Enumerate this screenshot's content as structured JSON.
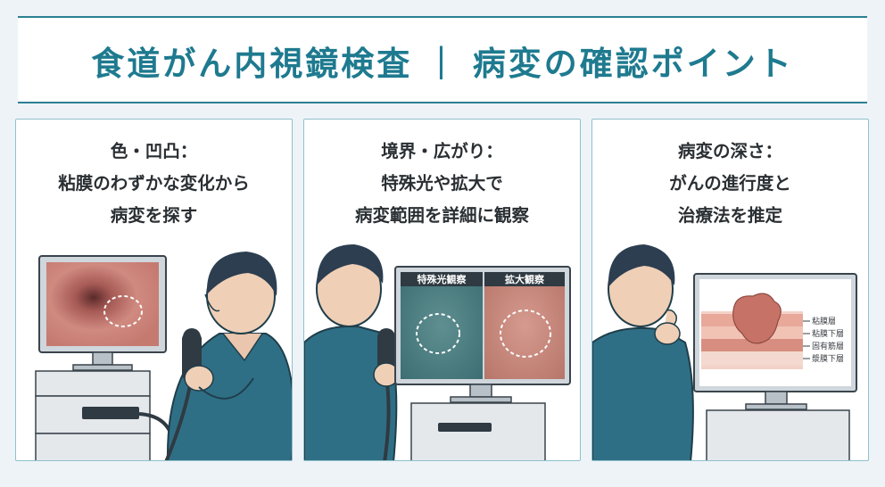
{
  "header": {
    "title_main": "食道がん内視鏡検査",
    "separator": "|",
    "title_sub": "病変の確認ポイント"
  },
  "panels": [
    {
      "lines": [
        "色・凹凸：",
        "粘膜のわずかな変化から",
        "病変を探す"
      ]
    },
    {
      "lines": [
        "境界・広がり：",
        "特殊光や拡大で",
        "病変範囲を詳細に観察"
      ],
      "screen_labels": [
        "特殊光観察",
        "拡大観察"
      ]
    },
    {
      "lines": [
        "病変の深さ：",
        "がんの進行度と",
        "治療法を推定"
      ],
      "layer_labels": [
        "粘膜層",
        "粘膜下層",
        "固有筋層",
        "漿膜下層"
      ]
    }
  ],
  "colors": {
    "accent": "#1e7a8f",
    "panel_border": "#8fc0cc",
    "scrubs": "#2f6f86",
    "hair": "#2c3e50"
  }
}
